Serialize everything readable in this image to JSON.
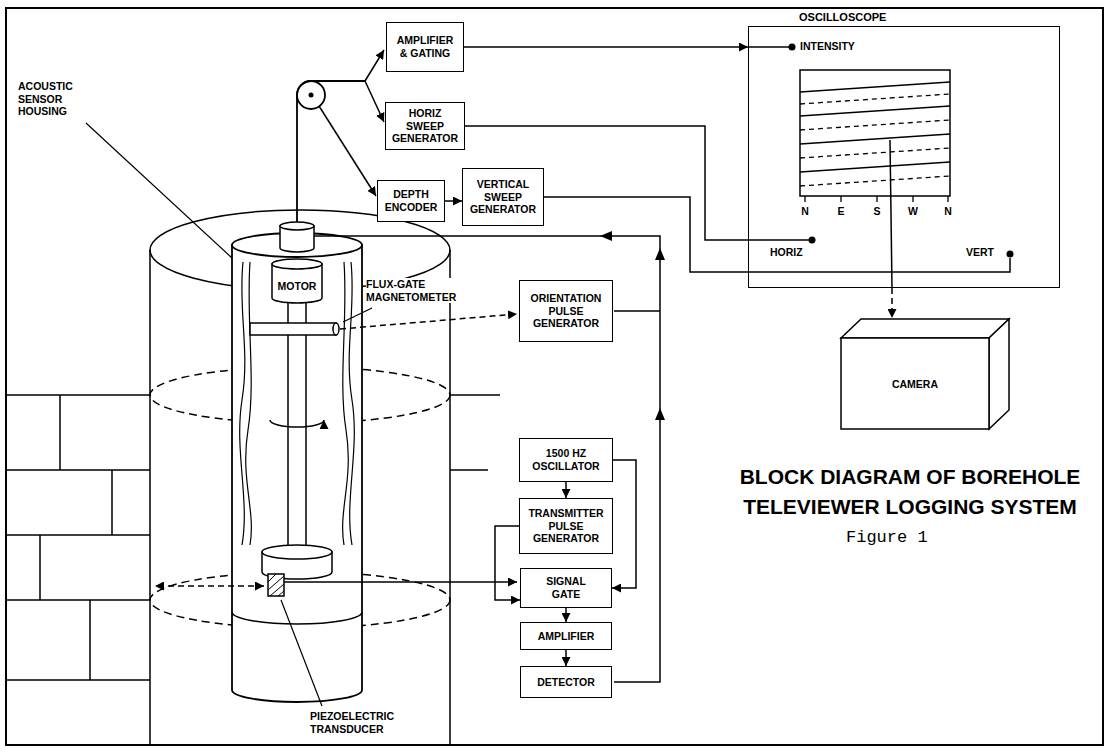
{
  "diagram": {
    "title": "BLOCK DIAGRAM OF BOREHOLE TELEVIEWER LOGGING SYSTEM",
    "caption": "Figure 1",
    "nodes": [
      {
        "text": [
          "AMPLIFIER & GATING"
        ]
      },
      {
        "text": [
          "HORIZ SWEEP GENERATOR"
        ]
      },
      {
        "text": [
          "DEPTH ENCODER"
        ]
      },
      {
        "text": [
          "VERTICAL SWEEP GENERATOR"
        ]
      },
      {
        "text": [
          "OSCILLOSCOPE"
        ]
      },
      {
        "text": [
          "CAMERA"
        ]
      },
      {
        "text": [
          "MOTOR"
        ]
      },
      {
        "text": [
          "ORIENTATION PULSE GENERATOR"
        ]
      },
      {
        "text": [
          "1500 HZ OSCILLATOR"
        ]
      },
      {
        "text": [
          "TRANSMITTER PULSE GENERATOR"
        ]
      },
      {
        "text": [
          "SIGNAL GATE"
        ]
      },
      {
        "text": [
          "AMPLIFIER"
        ]
      },
      {
        "text": [
          "DETECTOR"
        ]
      }
    ],
    "edges": [
      {
        "from": 0,
        "to": 4,
        "arrow": "to"
      },
      {
        "from": 1,
        "to": 4,
        "arrow": "none"
      },
      {
        "from": 2,
        "to": 3,
        "arrow": "to"
      },
      {
        "from": 3,
        "to": 4,
        "arrow": "none"
      },
      {
        "from": 4,
        "to": 5,
        "arrow": "to"
      },
      {
        "from": 8,
        "to": 9,
        "arrow": "to"
      },
      {
        "from": 8,
        "to": 10,
        "arrow": "to"
      },
      {
        "from": 9,
        "to": 10,
        "arrow": "to"
      },
      {
        "from": 10,
        "to": 11,
        "arrow": "to"
      },
      {
        "from": 11,
        "to": 12,
        "arrow": "to"
      }
    ],
    "labels": [
      "ACOUSTIC SENSOR HOUSING",
      "FLUX-GATE MAGNETOMETER",
      "PIEZOELECTRIC TRANSDUCER",
      "INTENSITY",
      "N",
      "E",
      "S",
      "W",
      "N",
      "HORIZ",
      "VERT"
    ]
  }
}
